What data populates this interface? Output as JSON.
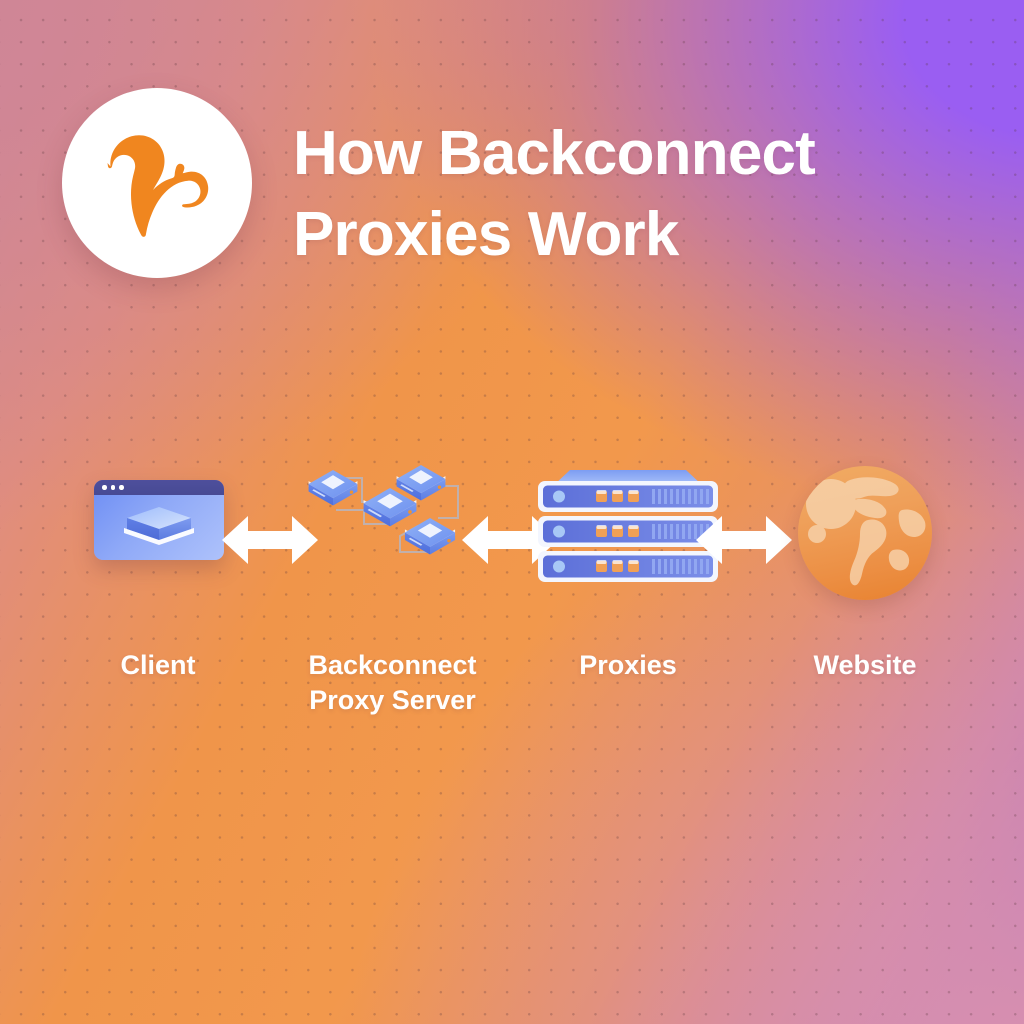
{
  "header": {
    "logo_icon": "squirrel-logo-icon",
    "title_line1": "How Backconnect",
    "title_line2": "Proxies Work",
    "title_color": "#ffffff"
  },
  "theme": {
    "background_gradient_from": "#cf8597",
    "background_gradient_mid": "#f0954a",
    "background_gradient_to": "#9a5ef2",
    "accent_orange": "#f08a2a",
    "node_blue": "#6d8df4",
    "arrow_color": "#ffffff"
  },
  "diagram": {
    "nodes": [
      {
        "id": "client",
        "label": "Client",
        "icon": "browser-window-icon"
      },
      {
        "id": "backconnect",
        "label": "Backconnect\nProxy Server",
        "icon": "network-nodes-icon"
      },
      {
        "id": "proxies",
        "label": "Proxies",
        "icon": "server-rack-icon"
      },
      {
        "id": "website",
        "label": "Website",
        "icon": "globe-icon"
      }
    ],
    "connectors": [
      {
        "id": "client-to-backconnect",
        "icon": "double-arrow-icon"
      },
      {
        "id": "backconnect-to-proxies",
        "icon": "double-arrow-icon"
      },
      {
        "id": "proxies-to-website",
        "icon": "double-arrow-icon"
      }
    ]
  }
}
